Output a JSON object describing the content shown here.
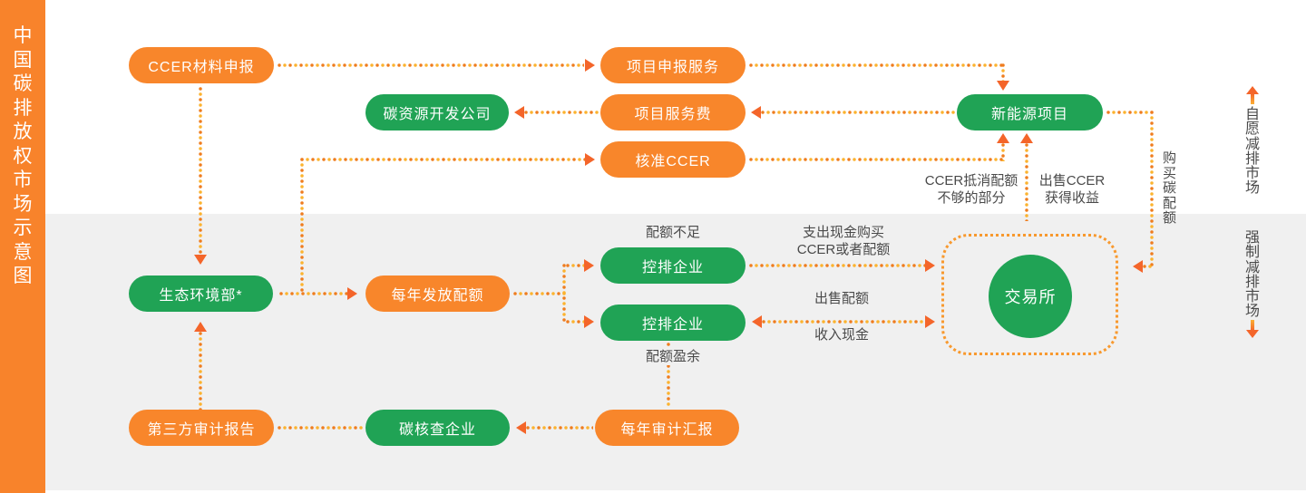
{
  "sidebar": {
    "title": "中国碳排放权市场示意图"
  },
  "nodes": {
    "ccer_material": "CCER材料申报",
    "project_service": "项目申报服务",
    "carbon_dev": "碳资源开发公司",
    "project_fee": "项目服务费",
    "approved_ccer": "核准CCER",
    "new_energy": "新能源项目",
    "moee": "生态环境部*",
    "annual_quota": "每年发放配额",
    "enterprise_short": "控排企业",
    "enterprise_surplus": "控排企业",
    "third_party_report": "第三方审计报告",
    "carbon_verify": "碳核查企业",
    "annual_audit": "每年审计汇报",
    "exchange": "交易所"
  },
  "labels": {
    "quota_short": "配额不足",
    "quota_surplus": "配额盈余",
    "pay_cash_1": "支出现金购买",
    "pay_cash_2": "CCER或者配额",
    "sell_quota": "出售配额",
    "income_cash": "收入现金",
    "ccer_offset_1": "CCER抵消配额",
    "ccer_offset_2": "不够的部分",
    "sell_ccer_1": "出售CCER",
    "sell_ccer_2": "获得收益",
    "buy_quota": "购买碳配额",
    "voluntary_market": "自愿减排市场",
    "mandatory_market": "强制减排市场"
  },
  "colors": {
    "orange_pill": "#f8862b",
    "green_pill": "#20a355",
    "sidebar": "#f8832b",
    "arrow": "#f4652a",
    "dot_orange": "#ef7c1e",
    "dot_yellow": "#fcb32e",
    "label_text": "#4a4a4a",
    "band_gray": "#f0f0f0"
  }
}
